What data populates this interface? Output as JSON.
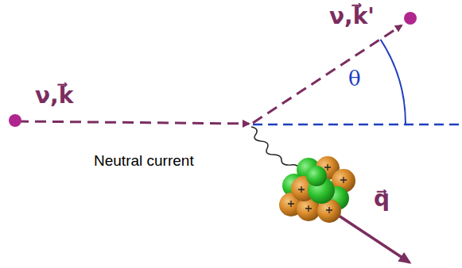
{
  "diagram": {
    "labels": [
      "ν,k⃗",
      "ν,k⃗'",
      "θ",
      "Neutral current",
      "q⃗"
    ]
  }
}
